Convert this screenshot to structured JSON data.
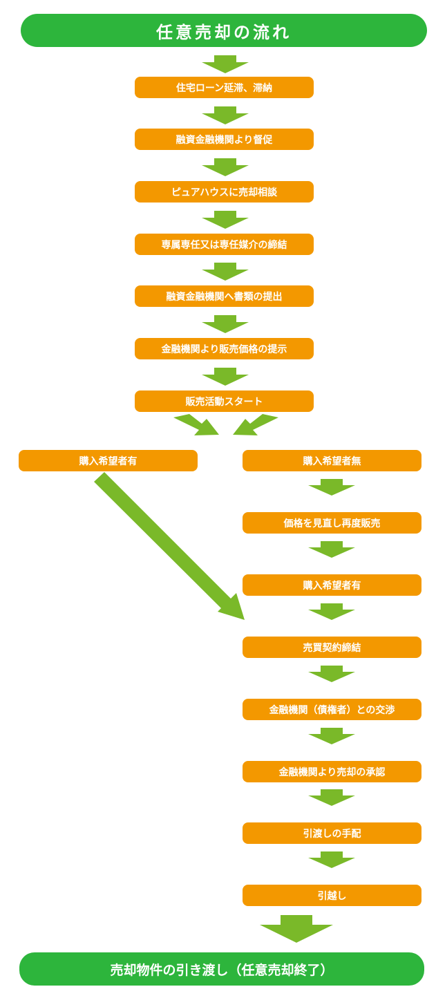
{
  "title": "任意売却の流れ",
  "steps": [
    "住宅ローン延滞、滞納",
    "融資金融機関より督促",
    "ピュアハウスに売却相談",
    "専属専任又は専任媒介の締結",
    "融資金融機関へ書類の提出",
    "金融機関より販売価格の提示",
    "販売活動スタート"
  ],
  "branch_left": "購入希望者有",
  "branch_right": [
    "購入希望者無",
    "価格を見直し再度販売",
    "購入希望者有",
    "売買契約締結",
    "金融機関（債権者）との交渉",
    "金融機関より売却の承認",
    "引渡しの手配",
    "引越し"
  ],
  "final": "売却物件の引き渡し（任意売却終了）",
  "colors": {
    "title_bar": "#2db53c",
    "step_box": "#f39800",
    "arrow": "#7ab929",
    "text": "#ffffff"
  }
}
